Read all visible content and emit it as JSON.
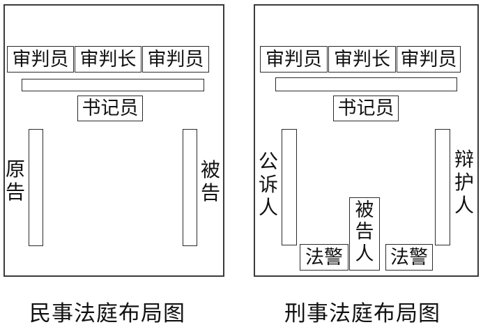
{
  "civil": {
    "caption": "民事法庭布局图",
    "judge_left": "审判员",
    "judge_chief": "审判长",
    "judge_right": "审判员",
    "clerk": "书记员",
    "plaintiff": [
      "原",
      "告"
    ],
    "defendant": [
      "被",
      "告"
    ]
  },
  "criminal": {
    "caption": "刑事法庭布局图",
    "judge_left": "审判员",
    "judge_chief": "审判长",
    "judge_right": "审判员",
    "clerk": "书记员",
    "prosecutor": [
      "公",
      "诉",
      "人"
    ],
    "defense": [
      "辩",
      "护",
      "人"
    ],
    "accused": [
      "被",
      "告",
      "人"
    ],
    "police_left": "法警",
    "police_right": "法警"
  }
}
